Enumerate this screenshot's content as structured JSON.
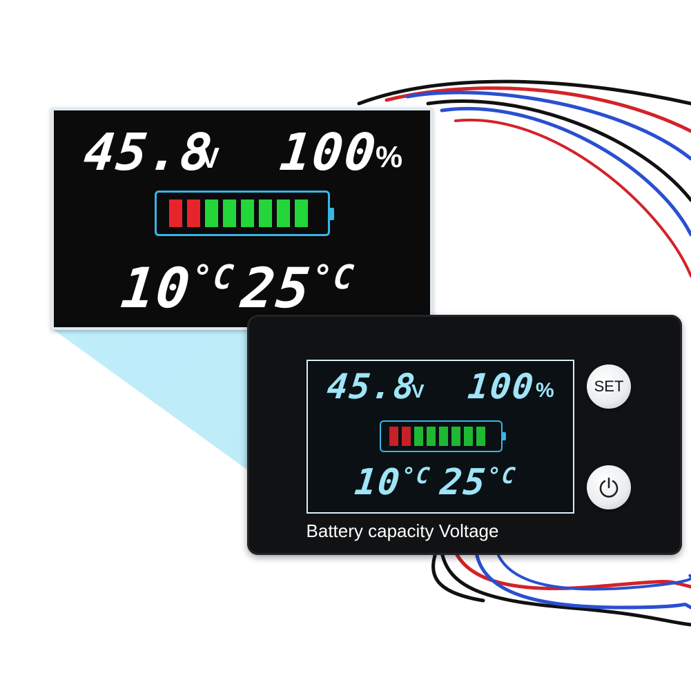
{
  "zoomed_display": {
    "voltage": "45.8",
    "voltage_unit": "V",
    "percent": "100",
    "percent_unit": "%",
    "temp1": "10",
    "temp2": "25",
    "temp_unit": "°C",
    "battery_bars": [
      "red",
      "red",
      "green",
      "green",
      "green",
      "green",
      "green",
      "green"
    ]
  },
  "device": {
    "caption": "Battery capacity Voltage",
    "set_button_label": "SET",
    "power_icon": "power-icon",
    "screen": {
      "voltage": "45.8",
      "voltage_unit": "V",
      "percent": "100",
      "percent_unit": "%",
      "temp1": "10",
      "temp2": "25",
      "temp_unit": "°C"
    }
  },
  "colors": {
    "bar_red": "#e8242b",
    "bar_green": "#23d63a",
    "battery_outline": "#38b6e6",
    "zoom_beam": "#bfeefb",
    "wire_red": "#d2232a",
    "wire_blue": "#2a4fd0",
    "wire_black": "#111111"
  }
}
